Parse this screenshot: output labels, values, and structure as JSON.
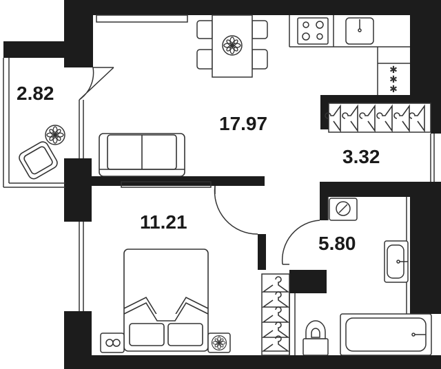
{
  "plan": {
    "wall_color": "#1c1c1c",
    "line_color": "#333333",
    "background": "#ffffff",
    "rooms": [
      {
        "id": "balcony",
        "area": "2.82"
      },
      {
        "id": "living-kitchen",
        "area": "17.97"
      },
      {
        "id": "storage",
        "area": "3.32"
      },
      {
        "id": "bedroom",
        "area": "11.21"
      },
      {
        "id": "bathroom",
        "area": "5.80"
      }
    ],
    "icons": [
      "flower-icon",
      "stove-icon",
      "sink-icon",
      "hanger-icon",
      "armchair-icon",
      "sofa-icon",
      "bed-icon",
      "toilet-icon",
      "bathtub-icon",
      "washing-machine-icon",
      "dining-table-icon"
    ]
  }
}
